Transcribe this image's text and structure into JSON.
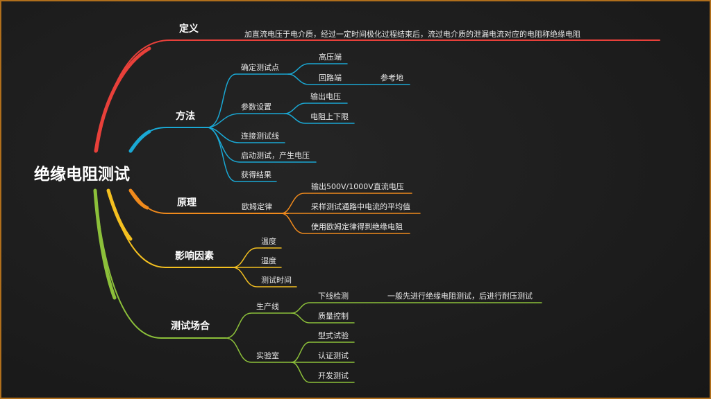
{
  "root": "绝缘电阻测试",
  "colors": {
    "definition": "#e8403a",
    "method": "#1aa8d4",
    "principle": "#f08a1c",
    "factors": "#f4c020",
    "scenarios": "#8cc03a",
    "frame": "#b06f1c"
  },
  "branches": {
    "definition": {
      "label": "定义",
      "text": "加直流电压于电介质，经过一定时间极化过程结束后，流过电介质的泄漏电流对应的电阻称绝缘电阻"
    },
    "method": {
      "label": "方法",
      "items": [
        {
          "label": "确定测试点",
          "children": [
            "高压端",
            "回路端"
          ],
          "note": "参考地"
        },
        {
          "label": "参数设置",
          "children": [
            "输出电压",
            "电阻上下限"
          ]
        },
        {
          "label": "连接测试线"
        },
        {
          "label": "启动测试，产生电压"
        },
        {
          "label": "获得结果"
        }
      ]
    },
    "principle": {
      "label": "原理",
      "items": [
        {
          "label": "欧姆定律",
          "children": [
            "输出500V/1000V直流电压",
            "采样测试通路中电流的平均值",
            "使用欧姆定律得到绝缘电阻"
          ]
        }
      ]
    },
    "factors": {
      "label": "影响因素",
      "items": [
        "温度",
        "湿度",
        "测试时间"
      ]
    },
    "scenarios": {
      "label": "测试场合",
      "items": [
        {
          "label": "生产线",
          "children": [
            "下线检测",
            "质量控制"
          ],
          "note": "一般先进行绝缘电阻测试，后进行耐压测试"
        },
        {
          "label": "实验室",
          "children": [
            "型式试验",
            "认证测试",
            "开发测试"
          ]
        }
      ]
    }
  }
}
